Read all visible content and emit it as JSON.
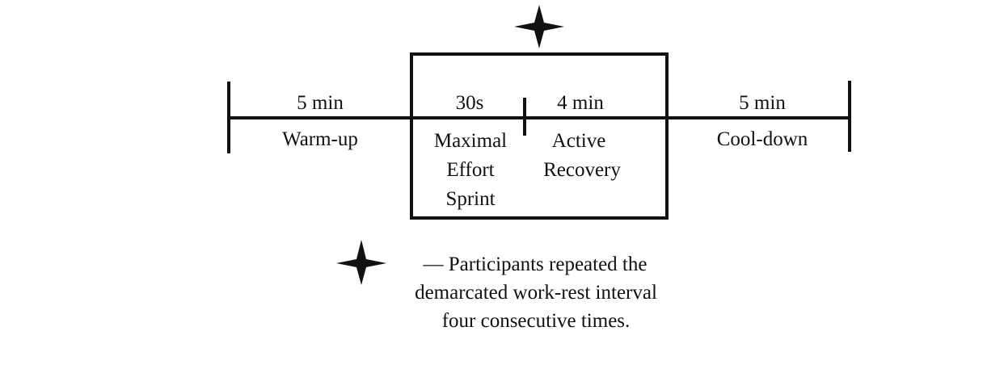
{
  "timeline": {
    "segments": [
      {
        "duration": "5 min",
        "lines": [
          "Warm-up"
        ]
      },
      {
        "duration": "30s",
        "lines": [
          "Maximal",
          "Effort",
          "Sprint"
        ]
      },
      {
        "duration": "4 min",
        "lines": [
          "Active",
          "Recovery"
        ]
      },
      {
        "duration": "5 min",
        "lines": [
          "Cool-down"
        ]
      }
    ]
  },
  "legend": {
    "icon": "four-point-star-icon",
    "lines": [
      "— Participants  repeated the",
      "demarcated work-rest interval",
      "four consecutive times."
    ]
  },
  "colors": {
    "ink": "#111111",
    "background": "#ffffff"
  }
}
